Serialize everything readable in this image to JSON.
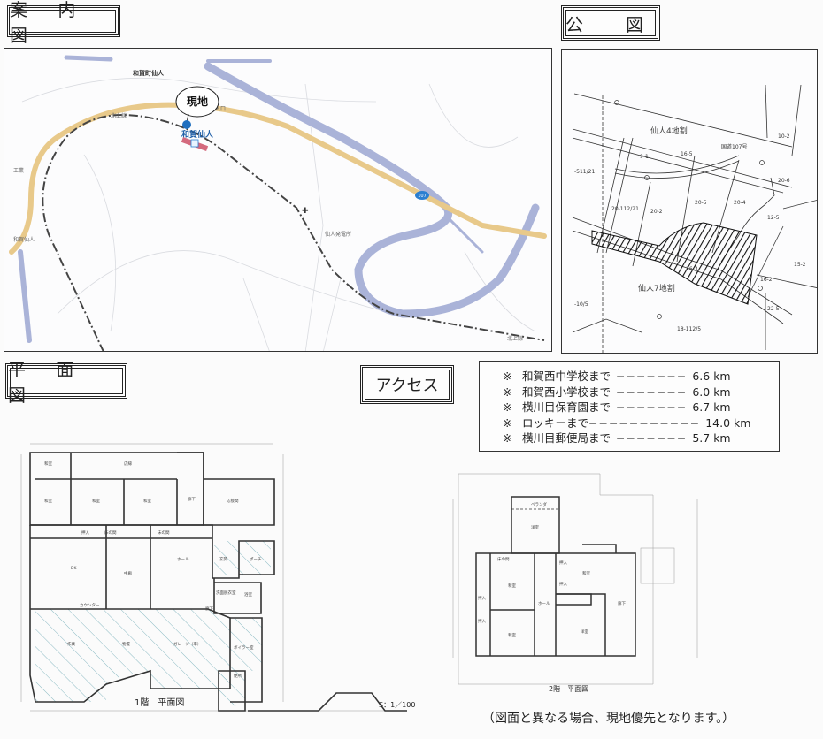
{
  "sections": {
    "guide_map": {
      "title": "案 内 図",
      "area_label": "和賀町仙人",
      "site_label": "現地",
      "station_label": "和賀仙人",
      "road_number": "107",
      "rail_line_label": "北上線",
      "place_labels": {
        "power_station": "仙人発電所",
        "factory": "工業",
        "west_station": "和賀仙人",
        "entrance": "入畑入口"
      },
      "colors": {
        "road": "#e8c98a",
        "river": "#aab3d8",
        "marker": "#1f6fbf",
        "station": "#d46a7e"
      }
    },
    "cadastral_map": {
      "title": "公　図",
      "handwritten_labels": [
        "仙人4地割",
        "仙人7地割"
      ],
      "road_label": "国道107号",
      "parcel_labels": [
        "9-1",
        "16-5",
        "10-2",
        "20-6",
        "20-112/21",
        "20-2",
        "20-5",
        "20-4",
        "12-5",
        "15-2",
        "16-2",
        "22-5",
        "-511/21",
        "-10/5",
        "18-112/5",
        "16-3"
      ]
    },
    "floor_plan": {
      "title": "平 面 図",
      "first_floor_caption": "1階　平面図",
      "second_floor_caption": "2階　平面図",
      "scale": "S：1／100",
      "first_floor_rooms": [
        "和室",
        "広縁",
        "和室",
        "和室",
        "和室",
        "廊下",
        "応接間",
        "押入",
        "床の間",
        "床の間",
        "ホール",
        "玄関",
        "ポーチ",
        "DK",
        "中廊",
        "洗面脱衣室",
        "浴室",
        "カウンター",
        "作業",
        "物置",
        "ガレージ（車）",
        "ボイラー室",
        "便所",
        "廊下"
      ],
      "second_floor_rooms": [
        "ベランダ",
        "洋室",
        "床の間",
        "和室",
        "和室",
        "押入",
        "押入",
        "ホール",
        "押入",
        "和室",
        "押入",
        "洋室",
        "廊下"
      ]
    },
    "access": {
      "title": "アクセス",
      "items": [
        {
          "mark": "※",
          "destination": "和賀西中学校まで",
          "dashes": "−−−−−−−",
          "distance": "6.6 km"
        },
        {
          "mark": "※",
          "destination": "和賀西小学校まで",
          "dashes": "−−−−−−−",
          "distance": "6.0 km"
        },
        {
          "mark": "※",
          "destination": "横川目保育園まで",
          "dashes": "−−−−−−−",
          "distance": "6.7 km"
        },
        {
          "mark": "※",
          "destination": "ロッキーまで",
          "dashes": "−−−−−−−−−−−",
          "distance": "14.0 km"
        },
        {
          "mark": "※",
          "destination": "横川目郵便局まで",
          "dashes": "−−−−−−−",
          "distance": "5.7 km"
        }
      ]
    },
    "note": "（図面と異なる場合、現地優先となります。）"
  }
}
